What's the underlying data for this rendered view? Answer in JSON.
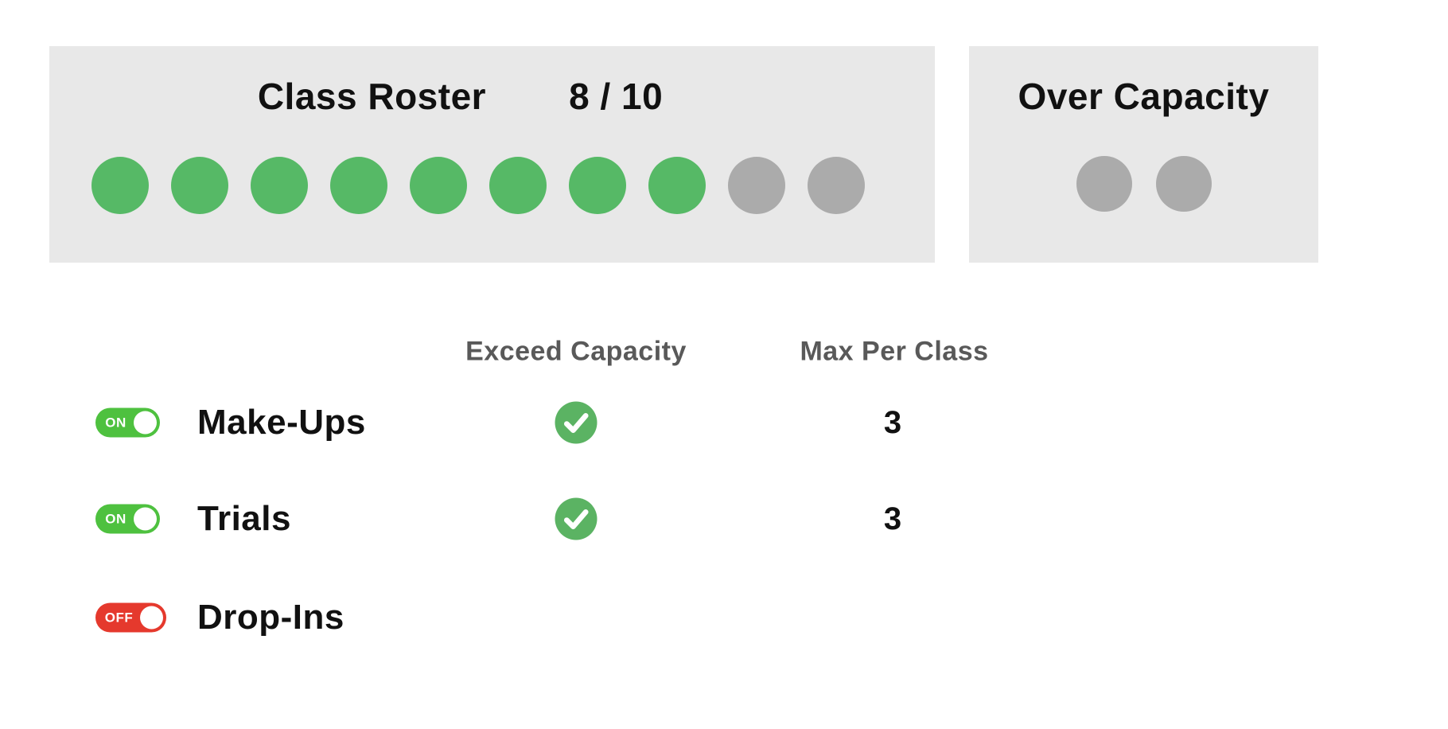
{
  "colors": {
    "page_bg": "#ffffff",
    "panel_bg": "#e8e8e8",
    "filled_dot": "#56b966",
    "empty_dot": "#ababab",
    "toggle_on": "#4ec13f",
    "toggle_off": "#e5392d",
    "check": "#5bb363",
    "header_text": "#595959",
    "text": "#111111"
  },
  "roster": {
    "title": "Class Roster",
    "count": "8 / 10",
    "filled_dots": 8,
    "total_dots": 10
  },
  "over_capacity": {
    "title": "Over Capacity",
    "dots": 2
  },
  "settings": {
    "columns": [
      "Exceed Capacity",
      "Max Per Class"
    ],
    "rows": [
      {
        "label": "Make-Ups",
        "toggle": "ON",
        "exceed_capacity": true,
        "max_per_class": "3"
      },
      {
        "label": "Trials",
        "toggle": "ON",
        "exceed_capacity": true,
        "max_per_class": "3"
      },
      {
        "label": "Drop-Ins",
        "toggle": "OFF",
        "exceed_capacity": false,
        "max_per_class": ""
      }
    ]
  }
}
